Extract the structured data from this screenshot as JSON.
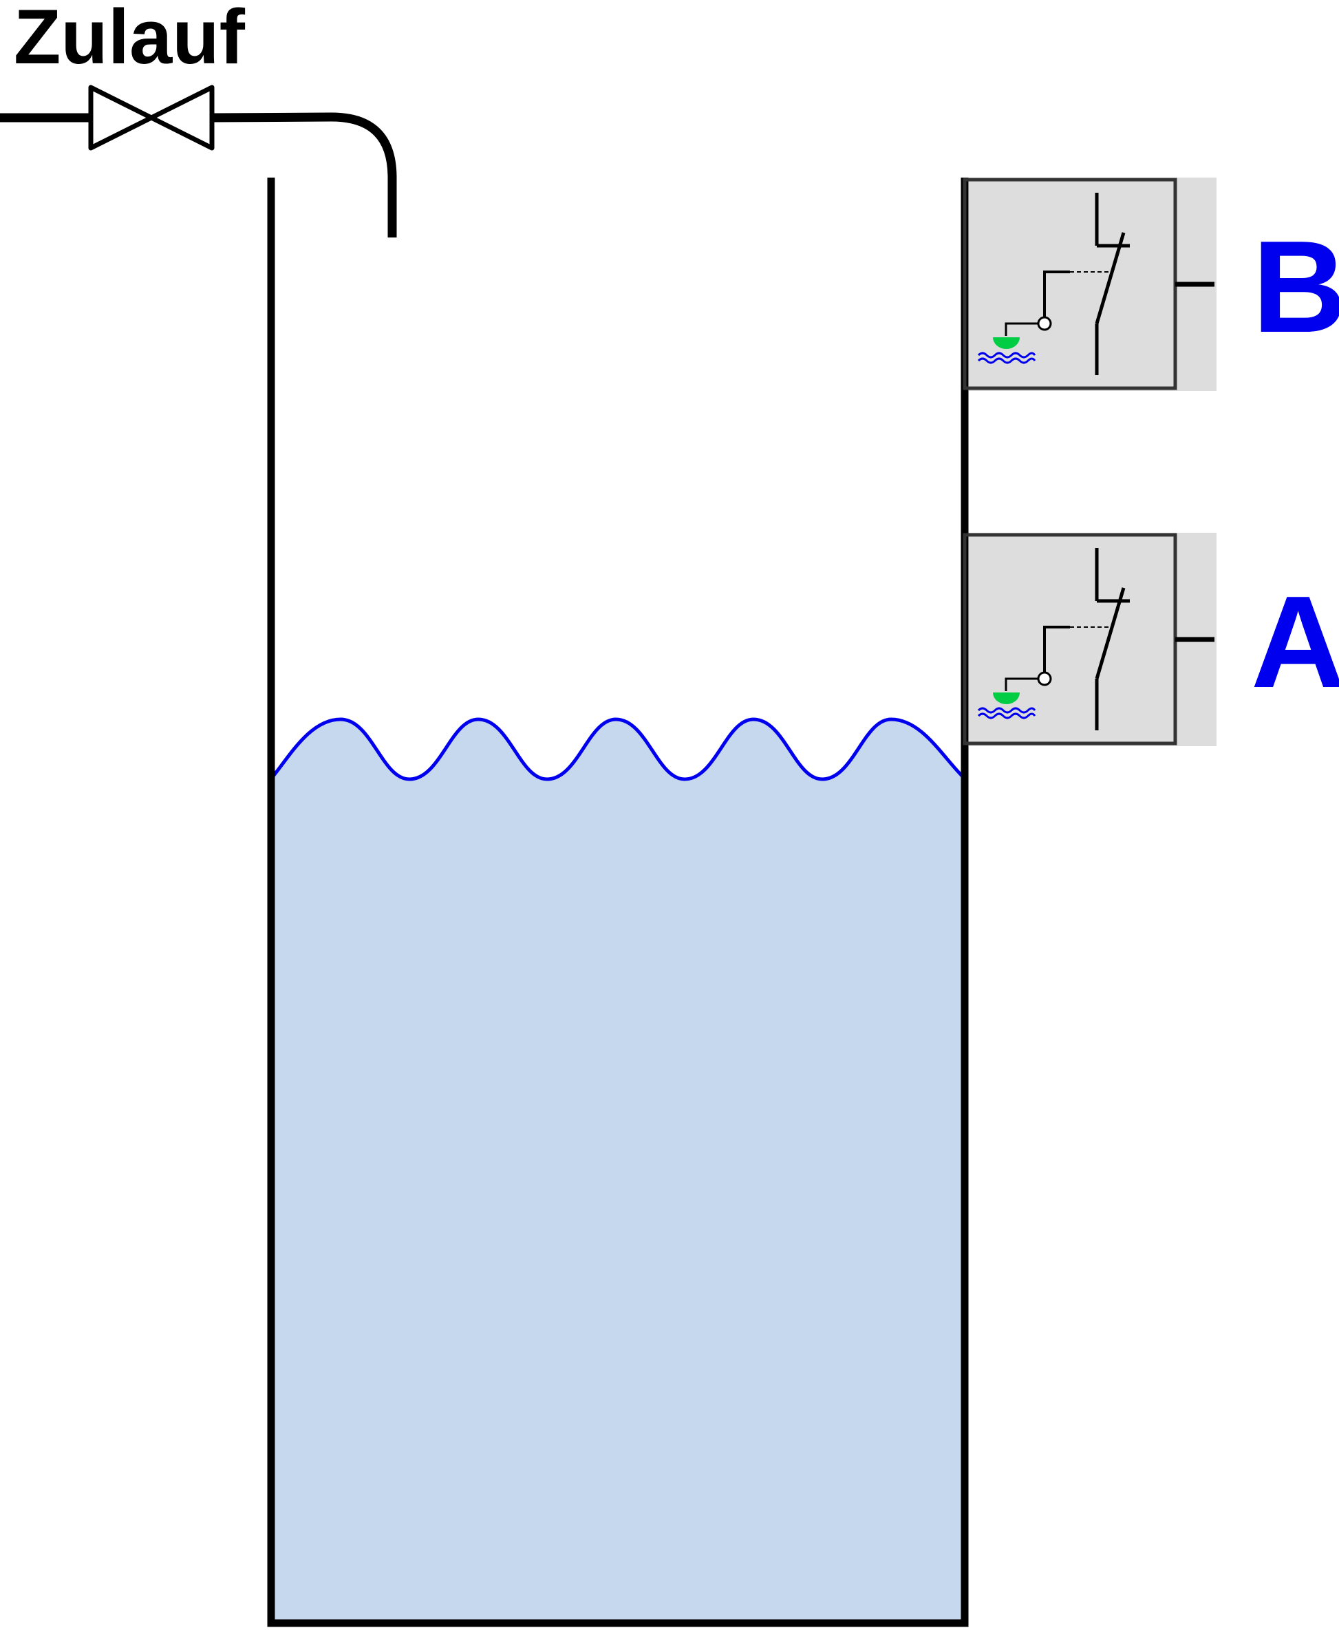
{
  "inlet": {
    "label": "Zulauf"
  },
  "switches": [
    {
      "id": "switch-b",
      "label": "B"
    },
    {
      "id": "switch-a",
      "label": "A"
    }
  ],
  "colors": {
    "line": "#000000",
    "water_fill": "#c6d8ee",
    "water_wave": "#0000ee",
    "label_blue": "#0000ee",
    "switch_box": "#dddddd",
    "switch_border": "#333333",
    "float_green": "#00cc44"
  },
  "icons": {
    "valve": "gate-valve-icon",
    "switch": "float-level-switch-icon"
  }
}
